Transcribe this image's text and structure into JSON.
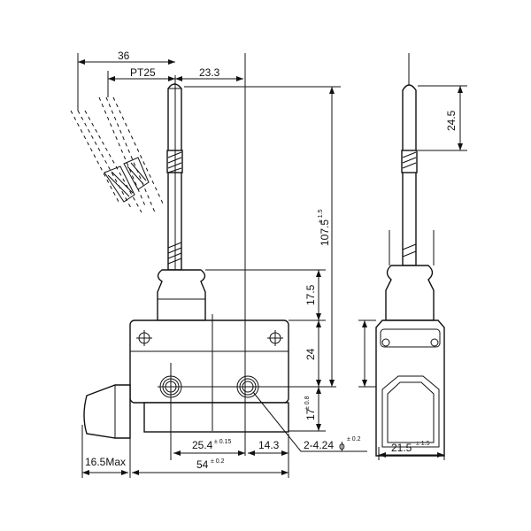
{
  "title": "Limit switch dimension drawing",
  "dimensions": {
    "lever_swing": "36",
    "lever_pretravel": "PT25",
    "rod_offset": "23.3",
    "total_height": "107.5",
    "total_height_tol": "± 1.5",
    "cap_height": "17.5",
    "mount_to_top": "24",
    "hole_to_bottom": "17",
    "hole_to_bottom_tol": "± 0.8",
    "hole_pitch": "25.4",
    "hole_pitch_tol": "± 0.15",
    "hole_to_edge": "14.3",
    "body_width": "54",
    "body_width_tol": "± 0.2",
    "plunger_protrusion": "16.5Max",
    "mount_holes": "2-4.24",
    "mount_holes_symbol": "ϕ",
    "mount_holes_tol": "± 0.2",
    "side_width": "21.5",
    "side_width_tol": "± 1.5",
    "rod_tip_length": "24.5"
  }
}
